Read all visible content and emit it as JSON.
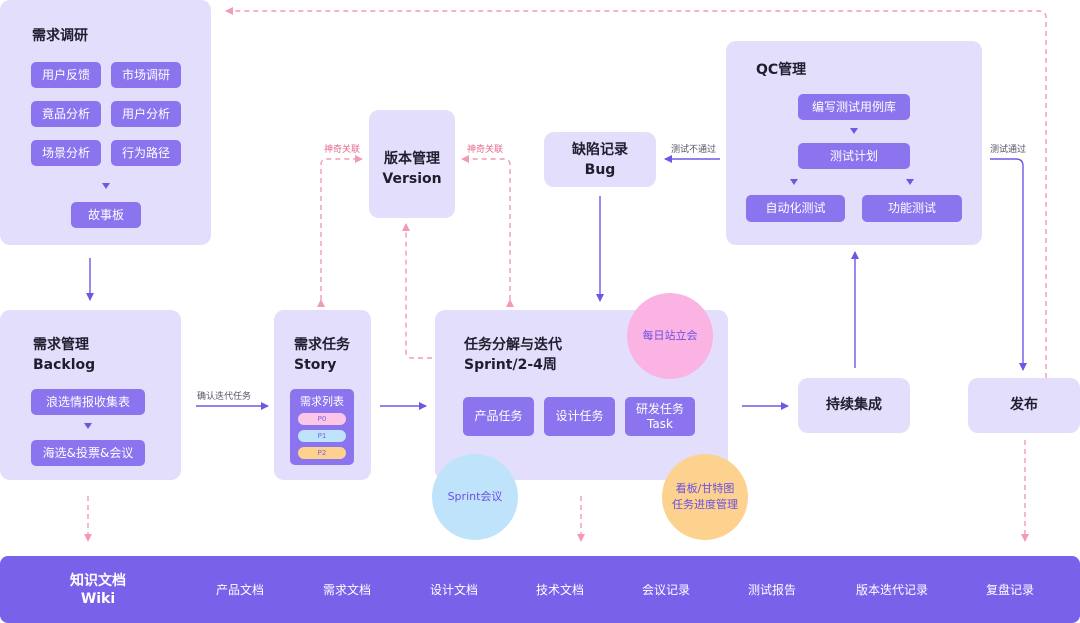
{
  "research": {
    "title": "需求调研",
    "items": [
      "用户反馈",
      "市场调研",
      "竟品分析",
      "用户分析",
      "场景分析",
      "行为路径"
    ],
    "storyboard": "故事板"
  },
  "backlog": {
    "title": "需求管理",
    "subtitle": "Backlog",
    "items": [
      "浪选情报收集表",
      "海选&投票&会议"
    ]
  },
  "story": {
    "title": "需求任务",
    "subtitle": "Story",
    "list_title": "需求列表",
    "pills": [
      "P0",
      "P1",
      "P2"
    ]
  },
  "version": {
    "title": "版本管理",
    "subtitle": "Version"
  },
  "bug": {
    "title": "缺陷记录",
    "subtitle": "Bug"
  },
  "sprint": {
    "title": "任务分解与迭代",
    "subtitle": "Sprint/2-4周",
    "items": [
      "产品任务",
      "设计任务",
      "研发任务 Task"
    ]
  },
  "qc": {
    "title": "QC管理",
    "items": [
      "编写测试用例库",
      "测试计划",
      "自动化测试",
      "功能测试"
    ]
  },
  "ci": {
    "title": "持续集成"
  },
  "release": {
    "title": "发布"
  },
  "circles": {
    "standup": "每日站立会",
    "sprint_meeting": "Sprint会议",
    "kanban": "看板/甘特图 任务进度管理"
  },
  "edge_labels": {
    "confirm": "确认迭代任务",
    "magic_left": "神奇关联",
    "magic_right": "神奇关联",
    "test_fail": "测试不通过",
    "test_pass": "测试通过"
  },
  "wiki": {
    "title": "知识文档",
    "subtitle": "Wiki",
    "items": [
      "产品文档",
      "需求文档",
      "设计文档",
      "技术文档",
      "会议记录",
      "测试报告",
      "版本迭代记录",
      "复盘记录"
    ]
  },
  "colors": {
    "box": "#e3defb",
    "chip": "#8b74ee",
    "arrow": "#6d58e6",
    "dashed": "#f29bb2",
    "bottom": "#7a61ea",
    "pink_circle": "#fbb3e4",
    "blue_circle": "#bfe3fb",
    "orange_circle": "#fcd28e"
  }
}
